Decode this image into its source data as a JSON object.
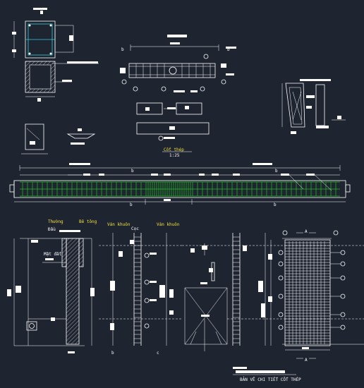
{
  "drawing": {
    "background": "#1e2430",
    "line_color": "#ffffff",
    "rebar_color": "#22c022",
    "section_color": "#30d0e0",
    "main_elevation_title": "Cốt thép",
    "main_elevation_scale": "1:25",
    "section_mark_left": "A",
    "section_mark_right": "A",
    "grid_mark": "b",
    "elevation_mark": "c",
    "bottom_left_title_1": "Thường",
    "bottom_left_title_2": "Đầu",
    "bottom_left_title_3": "Bê tông",
    "column_tag_1": "Ván khuôn",
    "column_tag_2": "Cọc",
    "column_tag_3": "Ván khuôn",
    "ground_note": "Mặt đất",
    "title_block": "BẢN VẼ CHI TIẾT CỐT THÉP"
  }
}
